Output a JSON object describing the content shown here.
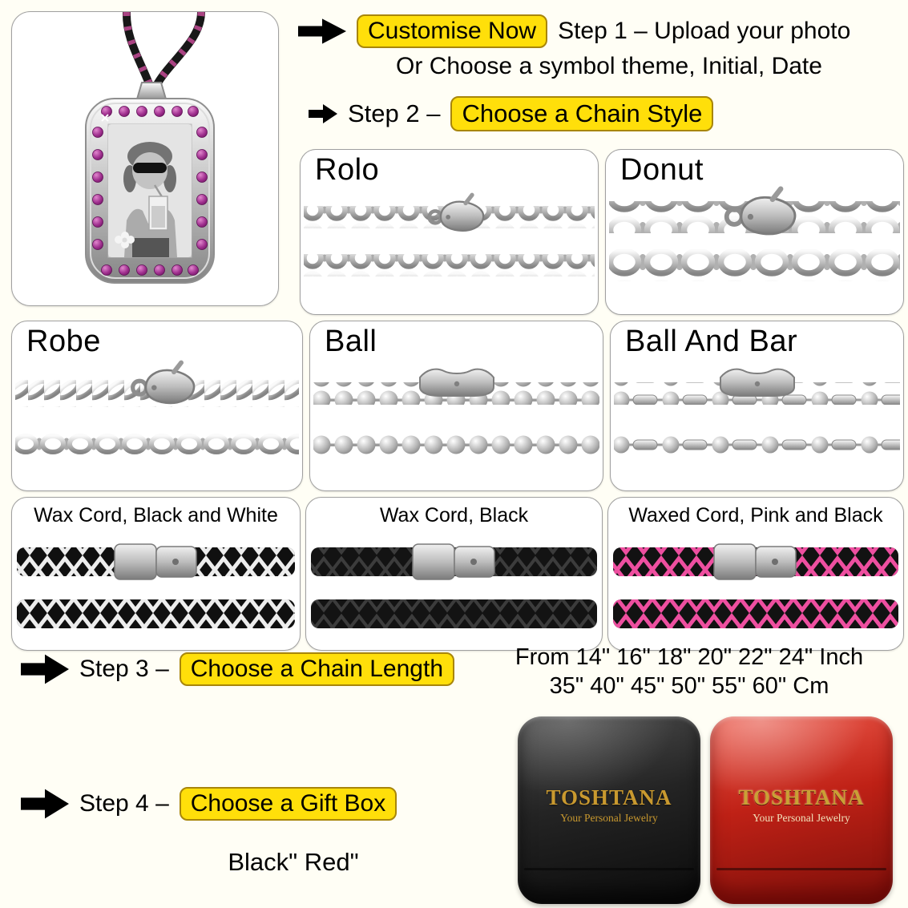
{
  "page": {
    "background": "#FFFEF5"
  },
  "icons": {
    "arrow_right": "➤"
  },
  "colors": {
    "highlight_bg": "#FFDF0A",
    "highlight_border": "#A8860A",
    "panel_border": "#A0A0A0",
    "gem_purple": "#8F2482",
    "brand_gold": "#C9992F",
    "box_black": "#1C1C1C",
    "box_red": "#B01E18"
  },
  "step1": {
    "badge": "Customise Now",
    "text": "Step 1 – Upload your photo",
    "subtext": "Or Choose a symbol theme, Initial, Date"
  },
  "step2": {
    "label": "Step 2 –",
    "badge": "Choose a Chain Style"
  },
  "chains": [
    {
      "name": "Rolo"
    },
    {
      "name": "Donut"
    },
    {
      "name": "Robe"
    },
    {
      "name": "Ball"
    },
    {
      "name": "Ball And Bar"
    },
    {
      "name": "Wax Cord, Black and White"
    },
    {
      "name": "Wax Cord, Black"
    },
    {
      "name": "Waxed Cord, Pink and Black"
    }
  ],
  "step3": {
    "label": "Step 3 –",
    "badge": "Choose a Chain Length",
    "line1": "From 14\" 16\" 18\" 20\" 22\" 24\" Inch",
    "line2": "35\" 40\" 45\" 50\" 55\" 60\" Cm"
  },
  "step4": {
    "label": "Step 4 –",
    "badge": "Choose a Gift Box",
    "options": "Black\" Red\""
  },
  "gift_boxes": [
    {
      "brand": "TOSHTANA",
      "tagline": "Your Personal Jewelry",
      "color_name": "Black"
    },
    {
      "brand": "TOSHTANA",
      "tagline": "Your Personal Jewelry",
      "color_name": "Red"
    }
  ]
}
